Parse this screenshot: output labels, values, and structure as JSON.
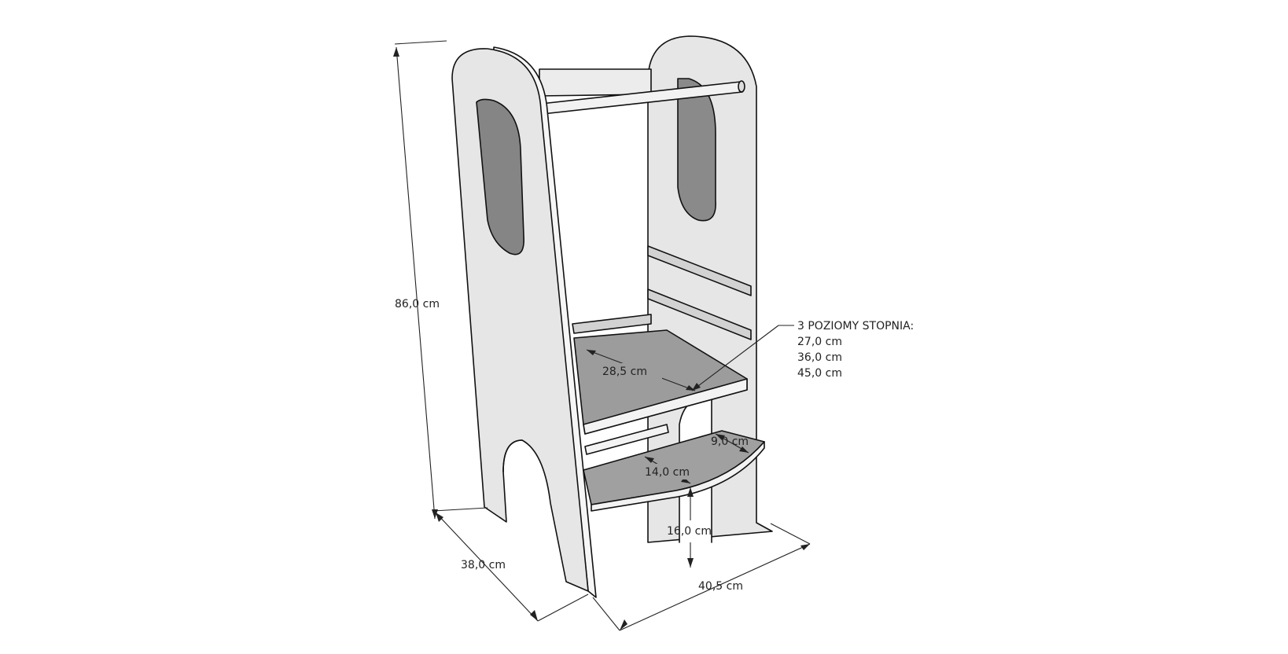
{
  "dimensions": {
    "height": "86,0 cm",
    "depth": "38,0 cm",
    "width": "40,5 cm",
    "platform_depth": "28,5 cm",
    "lower_step_width": "9,0 cm",
    "lower_step_depth": "14,0 cm",
    "lower_step_height": "16,0 cm"
  },
  "annotation": {
    "title": "3 POZIOMY STOPNIA:",
    "levels": [
      "27,0 cm",
      "36,0 cm",
      "45,0 cm"
    ]
  },
  "colors": {
    "wood_face": "#e6e6e6",
    "wood_side": "#f4f4f4",
    "slot_dark": "#808080",
    "shelf": "#9a9a9a",
    "outline": "#111111",
    "rail": "#f0f0f0"
  }
}
